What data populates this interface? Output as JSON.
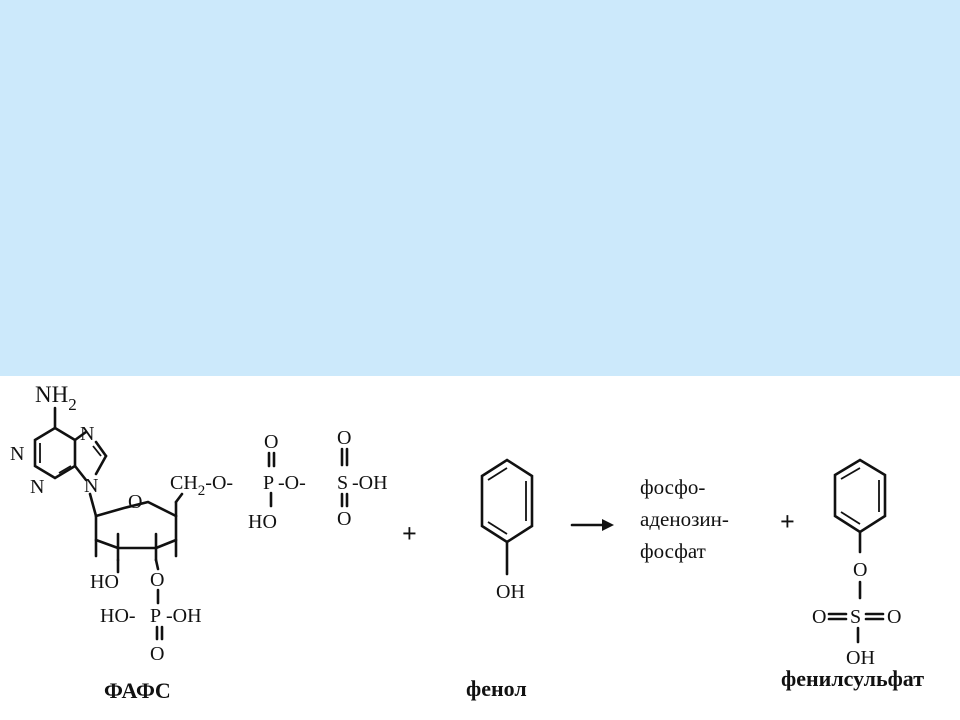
{
  "slide": {
    "title": "",
    "background_color": "#cce9fb"
  },
  "reaction": {
    "paps_label": "ФАФС",
    "phenol_label": "фенол",
    "byproduct_lines": [
      "фосфо-",
      "аденозин-",
      "фосфат"
    ],
    "product_label": "фенилсульфат",
    "plus": "+",
    "arrow": "→"
  },
  "atoms": {
    "nh2": "NH",
    "sub2": "2",
    "n": "N",
    "o": "O",
    "ho": "HO",
    "oh": "OH",
    "p": "P",
    "s": "S",
    "ch2": "CH",
    "ch2_tail": "-O-",
    "dash_o_dash": "-O-",
    "dash_oh": "-OH",
    "ho_dash": "HO-"
  }
}
